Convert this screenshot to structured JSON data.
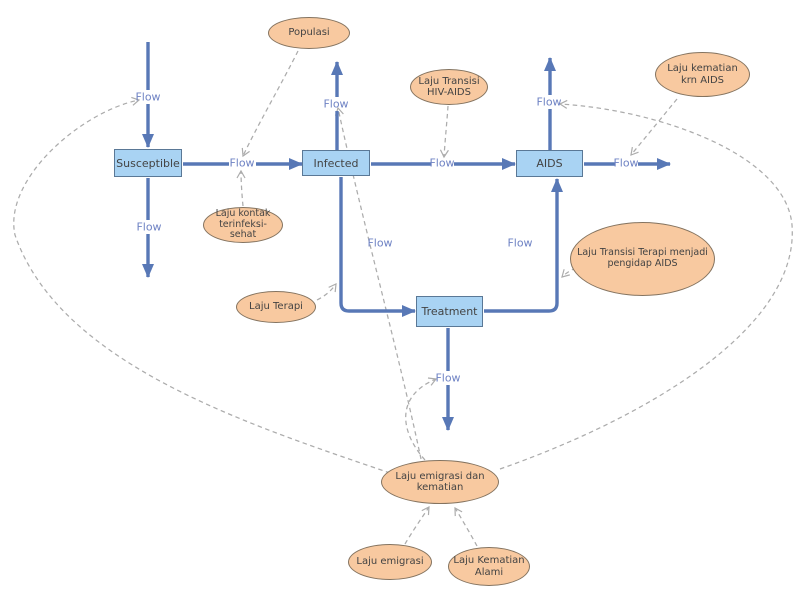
{
  "diagram": {
    "stocks": [
      {
        "id": "susceptible",
        "label": "Susceptible"
      },
      {
        "id": "infected",
        "label": "Infected"
      },
      {
        "id": "aids",
        "label": "AIDS"
      },
      {
        "id": "treatment",
        "label": "Treatment"
      }
    ],
    "flows": [
      {
        "id": "inflow-susceptible",
        "label": "Flow"
      },
      {
        "id": "outflow-susceptible",
        "label": "Flow"
      },
      {
        "id": "susceptible-to-infected",
        "label": "Flow"
      },
      {
        "id": "outflow-infected",
        "label": "Flow"
      },
      {
        "id": "infected-to-aids",
        "label": "Flow"
      },
      {
        "id": "outflow-aids-top",
        "label": "Flow"
      },
      {
        "id": "outflow-aids-right",
        "label": "Flow"
      },
      {
        "id": "infected-to-treatment",
        "label": "Flow"
      },
      {
        "id": "treatment-to-aids",
        "label": "Flow"
      },
      {
        "id": "outflow-treatment",
        "label": "Flow"
      }
    ],
    "variables": [
      {
        "id": "populasi",
        "label": "Populasi"
      },
      {
        "id": "laju-transisi-hiv-aids",
        "label": "Laju Transisi HIV-AIDS"
      },
      {
        "id": "laju-kematian-krn-aids",
        "label": "Laju kematian krn AIDS"
      },
      {
        "id": "laju-kontak-terinfeksi-sehat",
        "label": "Laju kontak terinfeksi-sehat"
      },
      {
        "id": "laju-terapi",
        "label": "Laju Terapi"
      },
      {
        "id": "laju-transisi-terapi-menjadi-pengidap-aids",
        "label": "Laju Transisi Terapi menjadi pengidap AIDS"
      },
      {
        "id": "laju-emigrasi-dan-kematian",
        "label": "Laju emigrasi dan kematian"
      },
      {
        "id": "laju-emigrasi",
        "label": "Laju emigrasi"
      },
      {
        "id": "laju-kematian-alami",
        "label": "Laju Kematian Alami"
      }
    ],
    "links": [
      {
        "from": "populasi",
        "to": "susceptible-to-infected"
      },
      {
        "from": "laju-kontak-terinfeksi-sehat",
        "to": "susceptible-to-infected"
      },
      {
        "from": "laju-transisi-hiv-aids",
        "to": "infected-to-aids"
      },
      {
        "from": "laju-kematian-krn-aids",
        "to": "outflow-aids-right"
      },
      {
        "from": "laju-terapi",
        "to": "infected-to-treatment"
      },
      {
        "from": "laju-transisi-terapi-menjadi-pengidap-aids",
        "to": "treatment-to-aids"
      },
      {
        "from": "laju-emigrasi-dan-kematian",
        "to": "inflow-susceptible"
      },
      {
        "from": "laju-emigrasi-dan-kematian",
        "to": "outflow-infected"
      },
      {
        "from": "laju-emigrasi-dan-kematian",
        "to": "outflow-treatment"
      },
      {
        "from": "laju-emigrasi-dan-kematian",
        "to": "outflow-aids-top"
      },
      {
        "from": "laju-emigrasi",
        "to": "laju-emigrasi-dan-kematian"
      },
      {
        "from": "laju-kematian-alami",
        "to": "laju-emigrasi-dan-kematian"
      }
    ],
    "colors": {
      "stock_fill": "#A9D3F3",
      "stock_border": "#5A7896",
      "flow_color": "#5878B6",
      "flow_text": "#6F83C4",
      "variable_fill": "#F8C9A0",
      "variable_border": "#84735F",
      "label_text": "#434343",
      "link_color": "#ACACAC",
      "bg": "#FFFFFF"
    }
  }
}
